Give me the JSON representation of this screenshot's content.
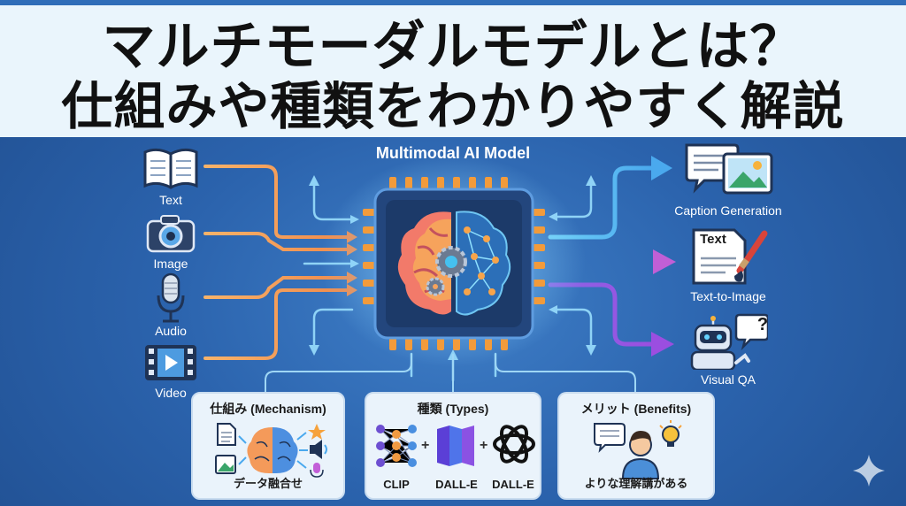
{
  "header": {
    "title_line1": "マルチモーダルモデルとは？",
    "title_line2": "仕組みや種類をわかりやすく解説"
  },
  "diagram": {
    "title": "Multimodal AI Model",
    "inputs": [
      {
        "label": "Text",
        "icon": "book-icon"
      },
      {
        "label": "Image",
        "icon": "camera-icon"
      },
      {
        "label": "Audio",
        "icon": "microphone-icon"
      },
      {
        "label": "Video",
        "icon": "video-icon"
      }
    ],
    "outputs": [
      {
        "label": "Caption Generation",
        "icon": "caption-image-icon"
      },
      {
        "label": "Text-to-Image",
        "icon": "document-brush-icon",
        "icon_text": "Text"
      },
      {
        "label": "Visual QA",
        "icon": "robot-question-icon",
        "icon_text": "?"
      }
    ]
  },
  "cards": {
    "mechanism": {
      "title": "仕組み (Mechanism)",
      "footer": "データ融合せ"
    },
    "types": {
      "title": "種類 (Types)",
      "items": [
        "CLIP",
        "DALL-E",
        "DALL-E"
      ],
      "plus": "+"
    },
    "benefits": {
      "title": "メリット (Benefits)",
      "footer": "よりな理解講がある"
    }
  },
  "colors": {
    "background": "#2b63ad",
    "title_band": "#eaf5fc",
    "input_arrow": "#f4a35a",
    "output_arrow_top": "#4fb3f0",
    "output_arrow_bottom": "#9b5ce0",
    "chip": "#1e3a66"
  }
}
